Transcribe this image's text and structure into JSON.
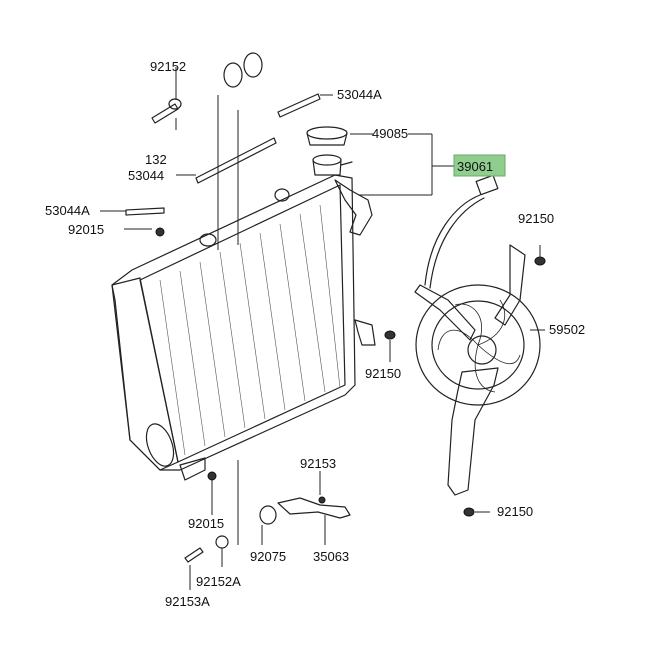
{
  "labels": {
    "p92152_top": "92152",
    "p53044A_top": "53044A",
    "p49085": "49085",
    "p39061": "39061",
    "p132": "132",
    "p53044": "53044",
    "p53044A_left": "53044A",
    "p92015_top": "92015",
    "p92150_right_top": "92150",
    "p59502": "59502",
    "p92150_mid": "92150",
    "p92153": "92153",
    "p92015_bottom": "92015",
    "p92075": "92075",
    "p35063": "35063",
    "p92150_bottom": "92150",
    "p92152A": "92152A",
    "p92153A": "92153A"
  },
  "colors": {
    "highlight": "#8fce8f",
    "line": "#222222"
  }
}
